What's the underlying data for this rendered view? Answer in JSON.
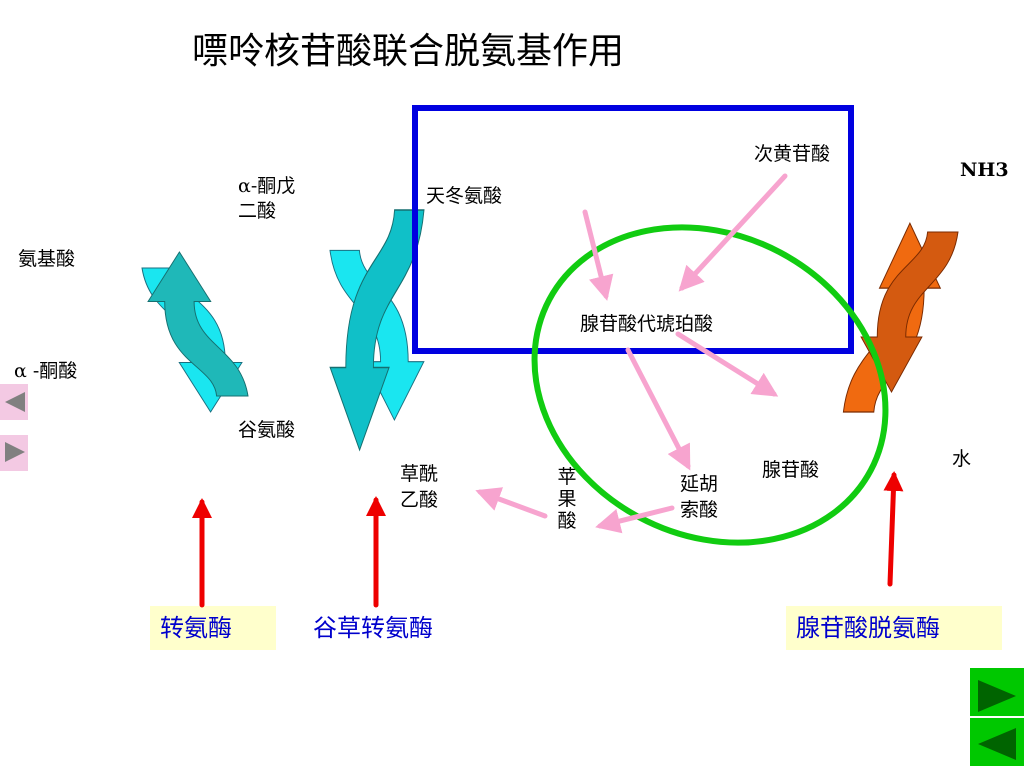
{
  "title": "嘌呤核苷酸联合脱氨基作用",
  "labels": {
    "amino_acid": "氨基酸",
    "alpha_keto_acid": "α -酮酸",
    "alpha_ketoglutarate_line1": "α-酮戊",
    "alpha_ketoglutarate_line2": "二酸",
    "glutamate": "谷氨酸",
    "aspartate": "天冬氨酸",
    "imp": "次黄苷酸",
    "nh3": "NH3",
    "adenylosuccinate": "腺苷酸代琥珀酸",
    "oxaloacetate_line1": "草酰",
    "oxaloacetate_line2": "乙酸",
    "malate": "苹果酸",
    "fumarate_line1": "延胡",
    "fumarate_line2": "索酸",
    "amp": "腺苷酸",
    "water": "水"
  },
  "enzymes": {
    "transaminase": "转氨酶",
    "got": "谷草转氨酶",
    "amp_deaminase": "腺苷酸脱氨酶"
  },
  "colors": {
    "teal": "#1fb8b8",
    "cyan": "#1ae6f0",
    "orange": "#f06a10",
    "blue_box": "#0000e0",
    "green_ellipse": "#11cc11",
    "pink_arrow": "#f7a4cf",
    "red_arrow": "#ee0000",
    "enzyme_bg": "#ffffcc",
    "enzyme_text": "#0000cc"
  }
}
